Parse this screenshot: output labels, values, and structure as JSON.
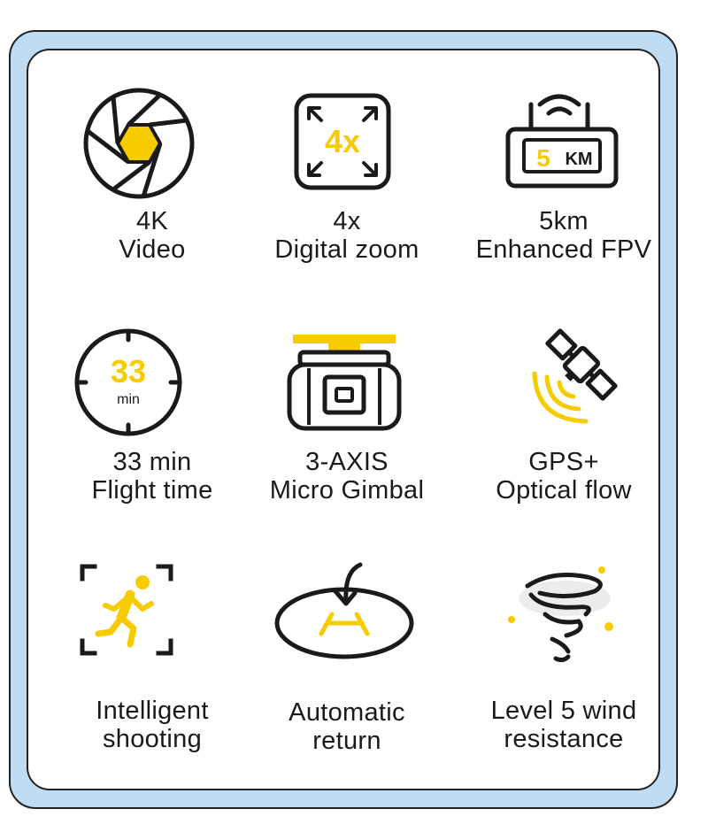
{
  "colors": {
    "accent": "#f6cc00",
    "ink": "#1a1a1a",
    "frame": "#bfdcf3"
  },
  "features": [
    {
      "id": "4k-video",
      "icon": "camera-aperture-icon",
      "line1": "4K",
      "line2": "Video"
    },
    {
      "id": "digital-zoom",
      "icon": "zoom-frame-icon",
      "badge": "4x",
      "line1": "4x",
      "line2": "Digital zoom"
    },
    {
      "id": "enhanced-fpv",
      "icon": "router-signal-icon",
      "badge_num": "5",
      "badge_unit": "KM",
      "line1": "5km",
      "line2": "Enhanced FPV"
    },
    {
      "id": "flight-time",
      "icon": "timer-icon",
      "badge_num": "33",
      "badge_unit": "min",
      "line1": "33 min",
      "line2": "Flight time"
    },
    {
      "id": "gimbal",
      "icon": "gimbal-camera-icon",
      "line1": "3-AXIS",
      "line2": "Micro Gimbal"
    },
    {
      "id": "gps-flow",
      "icon": "satellite-icon",
      "line1": "GPS+",
      "line2": "Optical flow"
    },
    {
      "id": "intelligent-shooting",
      "icon": "running-person-icon",
      "line1": "Intelligent",
      "line2": "shooting"
    },
    {
      "id": "automatic-return",
      "icon": "landing-pad-icon",
      "line1": "Automatic",
      "line2": "return"
    },
    {
      "id": "wind-resistance",
      "icon": "tornado-icon",
      "line1": "Level 5 wind",
      "line2": "resistance"
    }
  ]
}
